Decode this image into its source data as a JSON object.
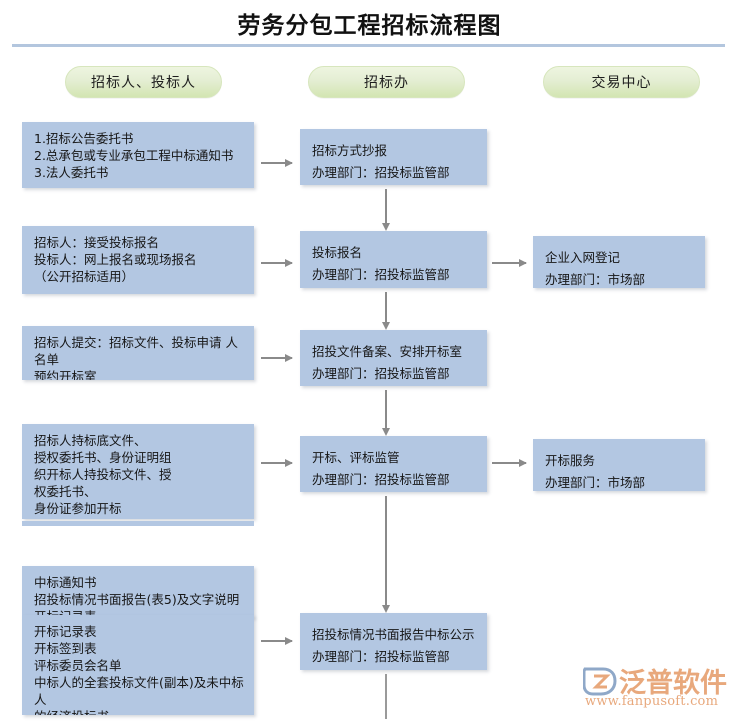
{
  "page": {
    "title": "劳务分包工程招标流程图"
  },
  "lanes": [
    {
      "name": "bidder-lane",
      "label": "招标人、投标人"
    },
    {
      "name": "bid-office-lane",
      "label": "招标办"
    },
    {
      "name": "trade-center-lane",
      "label": "交易中心"
    }
  ],
  "column_left": [
    {
      "name": "left-box-1",
      "text": "1.招标公告委托书\n2.总承包或专业承包工程中标通知书\n3.法人委托书"
    },
    {
      "name": "left-box-2",
      "text": "招标人：接受投标报名\n投标人：网上报名或现场报名\n（公开招标适用）"
    },
    {
      "name": "left-box-3",
      "text": "招标人提交：招标文件、投标申请 人名单\n预约开标室"
    },
    {
      "name": "left-box-4",
      "text": "招标人持标底文件、\n授权委托书、身份证明组\n织开标人持投标文件、授\n权委托书、\n身份证参加开标"
    },
    {
      "name": "left-box-5",
      "text": "中标通知书\n招投标情况书面报告(表5)及文字说明\n开标记录表"
    },
    {
      "name": "left-box-6",
      "text": "开标记录表\n开标签到表\n评标委员会名单\n中标人的全套投标文件(副本)及未中标人\n的经济投标书\n评标过程资料:专家打分表及汇总表等"
    }
  ],
  "column_middle": [
    {
      "name": "mid-box-1",
      "text": "招标方式抄报\n办理部门：招投标监管部"
    },
    {
      "name": "mid-box-2",
      "text": "投标报名\n办理部门：招投标监管部"
    },
    {
      "name": "mid-box-3",
      "text": "招投文件备案、安排开标室\n办理部门：招投标监管部"
    },
    {
      "name": "mid-box-4",
      "text": "开标、评标监管\n办理部门：招投标监管部"
    },
    {
      "name": "mid-box-5",
      "text": "招投标情况书面报告中标公示\n办理部门：招投标监管部"
    }
  ],
  "column_right": [
    {
      "name": "right-box-1",
      "text": "企业入网登记\n办理部门：市场部"
    },
    {
      "name": "right-box-2",
      "text": "开标服务\n办理部门：市场部"
    }
  ],
  "watermark": {
    "brand": "泛普软件",
    "url": "www.fanpusoft.com"
  },
  "colors": {
    "box_fill": "#b3c7e2",
    "pill_fill": "#d3e5b2",
    "rule": "#b3c6de",
    "arrow": "#8a8a8a",
    "watermark": "#e8a87c"
  }
}
